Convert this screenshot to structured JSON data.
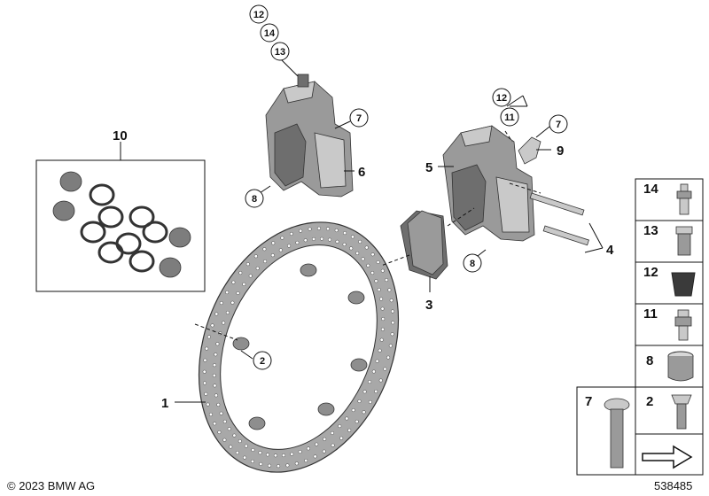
{
  "callouts": {
    "c1": "1",
    "c2": "2",
    "c3": "3",
    "c4": "4",
    "c5": "5",
    "c6": "6",
    "c7a": "7",
    "c7b": "7",
    "c8a": "8",
    "c8b": "8",
    "c9": "9",
    "c10": "10",
    "c11": "11",
    "c12a": "12",
    "c12b": "12",
    "c13": "13",
    "c14": "14"
  },
  "legend": {
    "items": [
      "14",
      "13",
      "12",
      "11",
      "8",
      "7",
      "2"
    ]
  },
  "footer": {
    "copyright": "© 2023 BMW AG",
    "diagram_number": "538485"
  },
  "colors": {
    "metal": "#9a9a9a",
    "metal_dark": "#6e6e6e",
    "line": "#111111"
  }
}
